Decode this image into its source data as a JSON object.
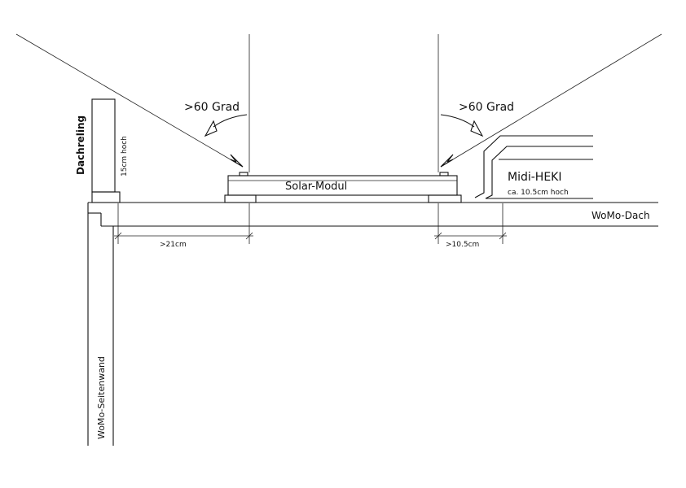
{
  "labels": {
    "angle_left": ">60 Grad",
    "angle_right": ">60 Grad",
    "dachreling": "Dachreling",
    "dachreling_height": "15cm hoch",
    "solar_module": "Solar-Modul",
    "midi_heki": "Midi-HEKI",
    "midi_heki_height": "ca. 10.5cm hoch",
    "womo_dach": "WoMo-Dach",
    "dim_left": ">21cm",
    "dim_right": ">10.5cm",
    "womo_seitenwand": "WoMo-Seitenwand"
  }
}
